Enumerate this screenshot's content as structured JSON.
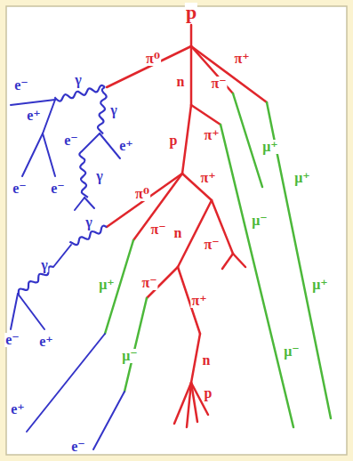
{
  "diagram": {
    "labels": [
      "p",
      "π⁰",
      "π⁺",
      "e⁻",
      "γ",
      "n",
      "π⁻",
      "π⁺",
      "e⁺",
      "γ",
      "e⁺",
      "p",
      "e⁻",
      "μ⁺",
      "μ⁺",
      "γ",
      "π⁺",
      "e⁻",
      "e⁻",
      "π⁰",
      "π⁻",
      "μ⁻",
      "π⁻",
      "γ",
      "μ⁺",
      "γ",
      "n",
      "π⁻",
      "π⁺",
      "μ⁺",
      "e⁻",
      "e⁺",
      "n",
      "μ⁻",
      "p",
      "μ⁻",
      "e⁺",
      "e⁻"
    ]
  }
}
